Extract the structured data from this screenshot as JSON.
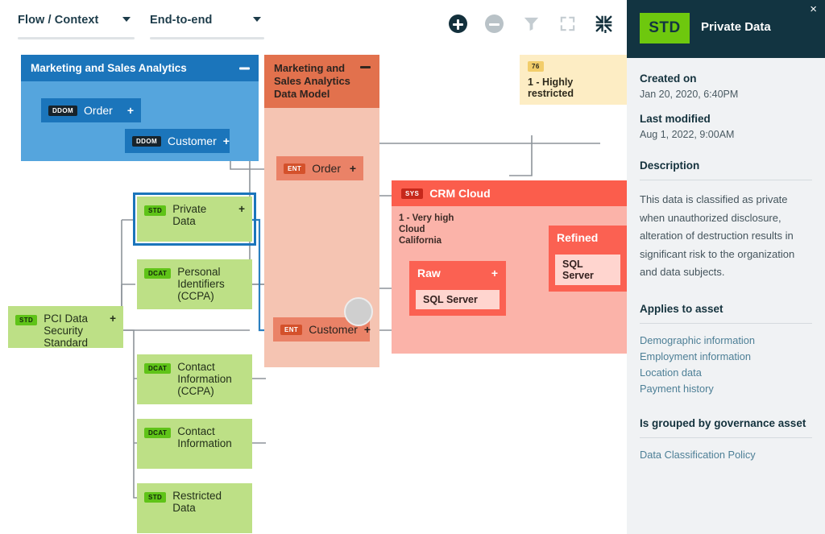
{
  "toolbar": {
    "selectors": [
      {
        "label": "Flow / Context",
        "icon": "chevron-down-icon"
      },
      {
        "label": "End-to-end",
        "icon": "chevron-down-icon"
      }
    ],
    "icons": [
      {
        "name": "zoom-in-icon",
        "color": "#13303c"
      },
      {
        "name": "zoom-out-icon",
        "color": "#b9c2c7"
      },
      {
        "name": "filter-icon",
        "color": "#c4ccd1"
      },
      {
        "name": "fullscreen-icon",
        "color": "#c4ccd1"
      },
      {
        "name": "collapse-icon",
        "color": "#13303c"
      }
    ]
  },
  "diagram": {
    "groups": {
      "marketing_sales_analytics": {
        "title": "Marketing and Sales Analytics",
        "collapse": "minus-icon",
        "nodes": [
          {
            "badge": "DDOM",
            "label": "Order",
            "expand": "+"
          },
          {
            "badge": "DDOM",
            "label": "Customer",
            "expand": "+"
          }
        ]
      },
      "data_model": {
        "title": "Marketing and Sales Analytics Data Model",
        "collapse": "minus-icon",
        "nodes": [
          {
            "badge": "ENT",
            "label": "Order",
            "expand": "+"
          },
          {
            "badge": "ENT",
            "label": "Customer",
            "expand": "+"
          }
        ]
      },
      "crm_cloud": {
        "badge": "SYS",
        "title": "CRM Cloud",
        "meta": [
          "1 - Very high",
          "Cloud",
          "California"
        ],
        "nodes": [
          {
            "label": "Raw",
            "expand": "+",
            "sub": "SQL Server"
          },
          {
            "label": "Refined",
            "sub": "SQL Server"
          }
        ]
      }
    },
    "classification": {
      "badge": "76",
      "label": "1 - Highly restricted"
    },
    "governance": [
      {
        "badge": "STD",
        "label": "Private Data",
        "expand": "+",
        "selected": true
      },
      {
        "badge": "DCAT",
        "label": "Personal Identifiers (CCPA)",
        "expand": ""
      },
      {
        "badge": "STD",
        "label": "PCI Data Security Standard",
        "expand": "+"
      },
      {
        "badge": "DCAT",
        "label": "Contact Information (CCPA)",
        "expand": ""
      },
      {
        "badge": "DCAT",
        "label": "Contact Information",
        "expand": ""
      },
      {
        "badge": "STD",
        "label": "Restricted Data",
        "expand": ""
      }
    ]
  },
  "panel": {
    "chip": "STD",
    "title": "Private Data",
    "close": "×",
    "created_label": "Created on",
    "created_value": "Jan 20, 2020, 6:40PM",
    "modified_label": "Last modified",
    "modified_value": "Aug 1, 2022, 9:00AM",
    "description_label": "Description",
    "description": "This data is classified as private when unauthorized disclosure, alteration of destruction results in significant risk to the organization and data subjects.",
    "applies_label": "Applies to asset",
    "applies": [
      "Demographic information",
      "Employment information",
      "Location data",
      "Payment history"
    ],
    "grouped_label": "Is grouped by governance asset",
    "grouped": [
      "Data Classification Policy"
    ]
  },
  "colors": {
    "panel_header": "#123441",
    "std_green": "#6ec80e",
    "blue": "#1b75bb",
    "orange": "#e2714d",
    "red": "#fb5d4c",
    "green": "#bde086",
    "yellow": "#fdedc4",
    "link": "#4d7f96"
  }
}
